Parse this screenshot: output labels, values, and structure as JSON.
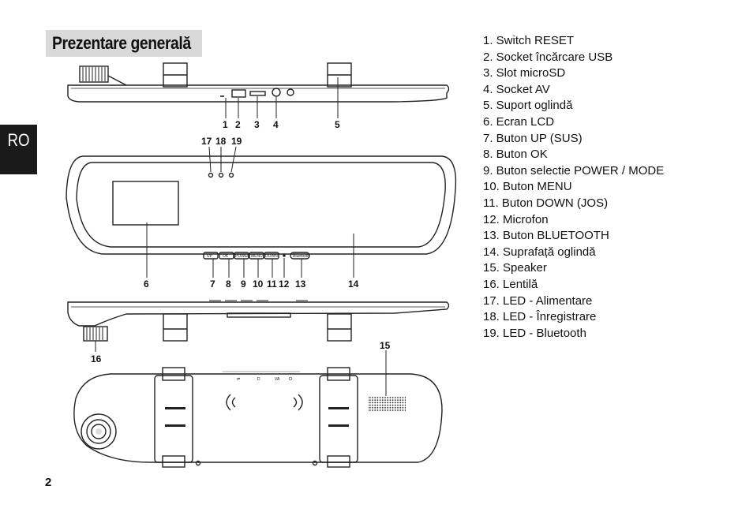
{
  "page": {
    "title": "Prezentare generală",
    "language_tab": "RO",
    "page_number": "2"
  },
  "legend": [
    "1. Switch RESET",
    "2. Socket încărcare USB",
    "3. Slot microSD",
    "4. Socket AV",
    "5. Suport oglindă",
    "6. Ecran LCD",
    "7. Buton UP (SUS)",
    "8. Buton OK",
    "9. Buton selectie POWER / MODE",
    "10. Buton MENU",
    "11. Buton DOWN (JOS)",
    "12. Microfon",
    "13. Buton BLUETOOTH",
    "14. Suprafață oglindă",
    "15. Speaker",
    "16. Lentilă",
    "17. LED - Alimentare",
    "18. LED - Înregistrare",
    "19. LED - Bluetooth"
  ],
  "callouts": {
    "top_view": [
      "1",
      "2",
      "3",
      "4",
      "5"
    ],
    "front_leds": [
      "17",
      "18",
      "19"
    ],
    "front_bottom": [
      "6",
      "7",
      "8",
      "9",
      "10",
      "11",
      "12",
      "13",
      "14"
    ],
    "lens": "16",
    "speaker": "15"
  },
  "button_labels": {
    "up": "UP",
    "ok": "OK",
    "power": "POWER",
    "menu": "MENU",
    "down": "DOWN",
    "bluetooth": "Bluetooth"
  },
  "rear_labels": {
    "usb": "⇌",
    "card": "D",
    "av": "VA",
    "mic": "O"
  }
}
